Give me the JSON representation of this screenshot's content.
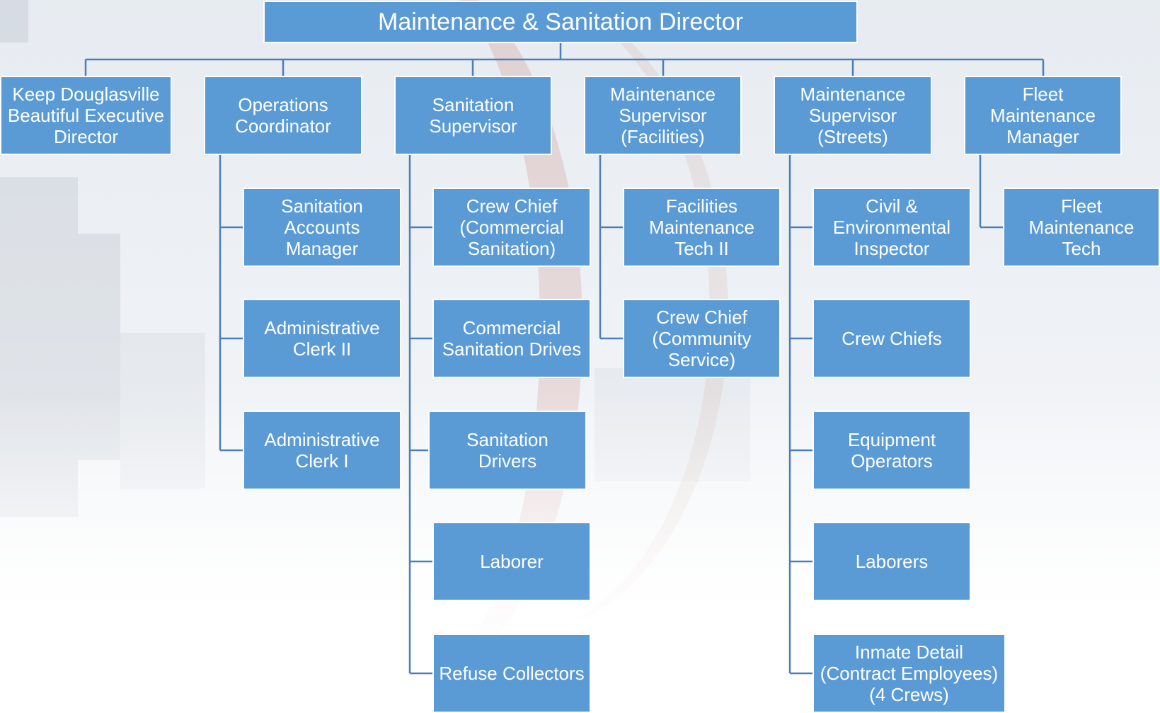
{
  "org_chart": {
    "head": {
      "title": "Maintenance & Sanitation Director"
    },
    "departments": [
      {
        "id": "kdb",
        "title": "Keep Douglasville\nBeautiful Executive\nDirector",
        "staff": []
      },
      {
        "id": "ops",
        "title": "Operations\nCoordinator",
        "staff": [
          {
            "title": "Sanitation\nAccounts\nManager"
          },
          {
            "title": "Administrative\nClerk II"
          },
          {
            "title": "Administrative\nClerk I"
          }
        ]
      },
      {
        "id": "san",
        "title": "Sanitation\nSupervisor",
        "staff": [
          {
            "title": "Crew Chief\n(Commercial\nSanitation)"
          },
          {
            "title": "Commercial\nSanitation Drives"
          },
          {
            "title": "Sanitation\nDrivers"
          },
          {
            "title": "Laborer"
          },
          {
            "title": "Refuse Collectors"
          }
        ]
      },
      {
        "id": "fac",
        "title": "Maintenance\nSupervisor\n(Facilities)",
        "staff": [
          {
            "title": "Facilities\nMaintenance\nTech II"
          },
          {
            "title": "Crew Chief\n(Community\nService)"
          }
        ]
      },
      {
        "id": "str",
        "title": "Maintenance\nSupervisor\n(Streets)",
        "staff": [
          {
            "title": "Civil &\nEnvironmental\nInspector"
          },
          {
            "title": "Crew Chiefs"
          },
          {
            "title": "Equipment\nOperators"
          },
          {
            "title": "Laborers"
          },
          {
            "title": "Inmate Detail\n(Contract Employees)\n(4 Crews)"
          }
        ]
      },
      {
        "id": "flt",
        "title": "Fleet\nMaintenance\nManager",
        "staff": [
          {
            "title": "Fleet\nMaintenance\nTech"
          }
        ]
      }
    ]
  },
  "colors": {
    "box_fill": "#5b9bd5",
    "box_text": "#ffffff",
    "connector": "#4a7fb8"
  }
}
